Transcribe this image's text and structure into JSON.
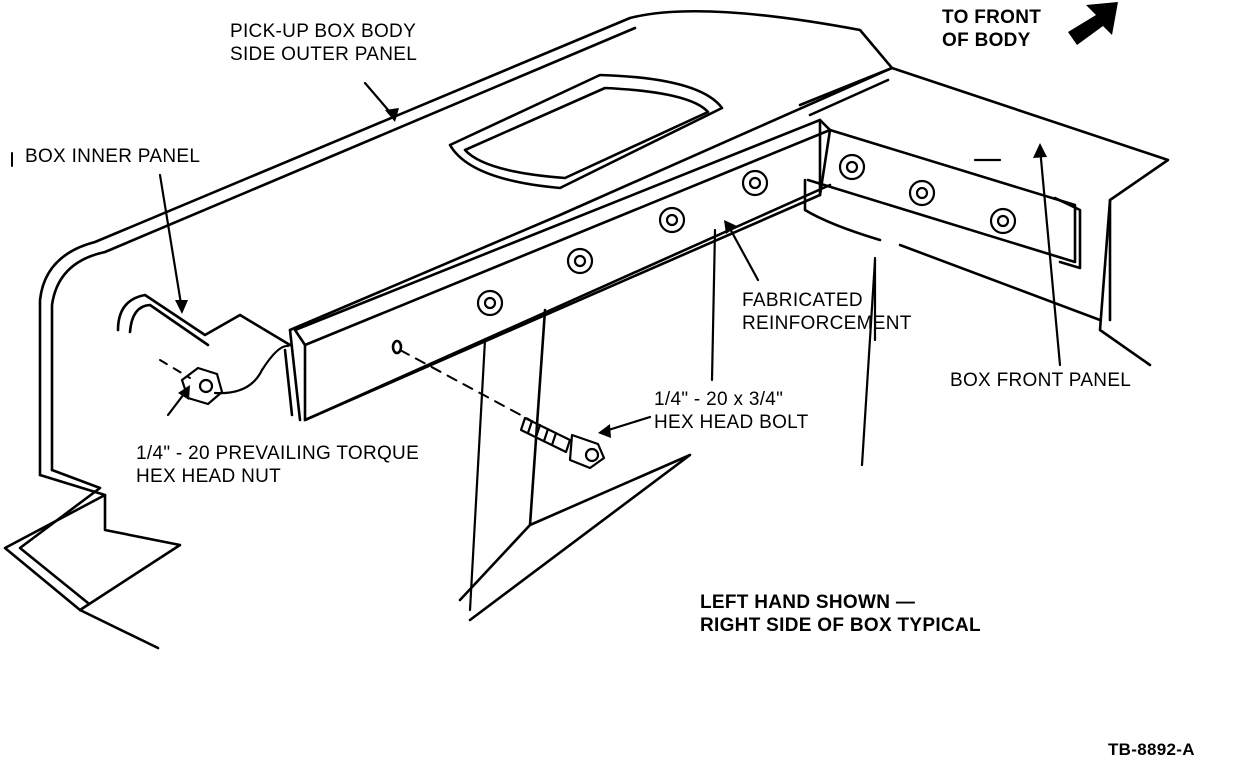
{
  "labels": {
    "outer_panel": [
      "PICK-UP BOX BODY",
      "SIDE OUTER PANEL"
    ],
    "to_front": [
      "TO FRONT",
      "OF BODY"
    ],
    "inner_panel": "BOX INNER PANEL",
    "reinforcement": [
      "FABRICATED",
      "REINFORCEMENT"
    ],
    "front_panel": "BOX FRONT PANEL",
    "bolt": [
      "1/4\" - 20 x 3/4\"",
      "HEX HEAD BOLT"
    ],
    "nut": [
      "1/4\" - 20 PREVAILING TORQUE",
      "HEX HEAD NUT"
    ],
    "note": [
      "LEFT HAND SHOWN —",
      "RIGHT SIDE OF BOX TYPICAL"
    ],
    "figure_id": "TB-8892-A"
  },
  "icons": {
    "direction_arrow": "arrow-up-right-icon",
    "bolt": "hex-bolt-icon",
    "nut": "hex-nut-icon"
  },
  "colors": {
    "ink": "#000000",
    "paper": "#ffffff"
  }
}
